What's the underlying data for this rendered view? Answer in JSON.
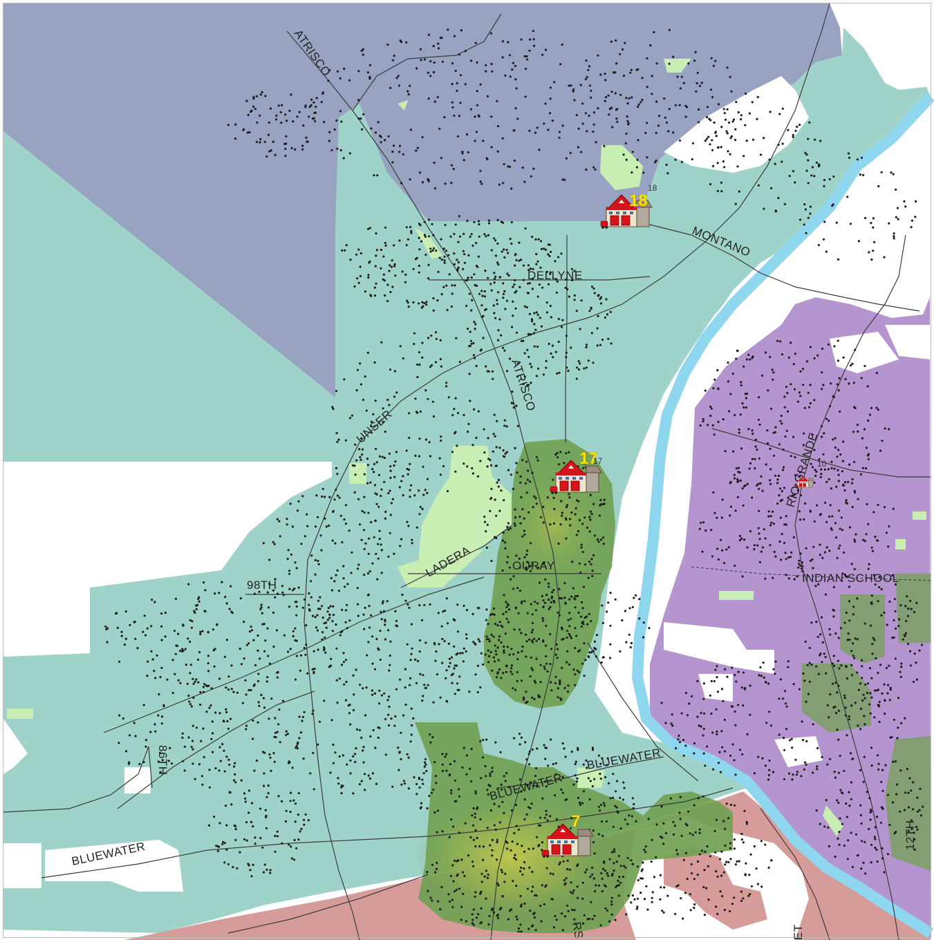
{
  "colors": {
    "background": "#ffffff",
    "zone_slate": "#97a3c1",
    "zone_teal": "#9fd2c8",
    "zone_purple": "#b595cf",
    "zone_rose": "#d59c9a",
    "zone_green": "#71a153",
    "zone_lightgreen": "#c9eeb4",
    "river": "#8fd6ef",
    "road": "#3a3a3a",
    "dot": "#1c1c1c"
  },
  "road_labels": {
    "atrisco_north": "ATRISCO",
    "montano": "MONTANO",
    "dellyne": "DELLYNE",
    "atrisco": "ATRISCO",
    "unser": "UNSER",
    "rio_grande": "RIO GRANDE",
    "ladera": "LADERA",
    "ouray": "OURAY",
    "indian_school": "INDIAN SCHOOL",
    "ninety_eighth": "98TH",
    "eighty_sixth": "86TH",
    "bluewater_east": "BLUEWATER",
    "bluewater_center": "BLUEWATER",
    "bluewater_west": "BLUEWATER",
    "twelfth_partial": "12TH",
    "street_partial": "ET",
    "coors_partial": "RS"
  },
  "stations": [
    {
      "id": "station-18",
      "number": "18",
      "small_label": "18",
      "icon": "fire-station-icon"
    },
    {
      "id": "station-17",
      "number": "17",
      "small_label": "17",
      "icon": "fire-station-icon"
    },
    {
      "id": "station-7",
      "number": "7",
      "small_label": "",
      "icon": "fire-station-icon"
    },
    {
      "id": "station-10",
      "number": "",
      "small_label": "10",
      "icon": "fire-station-icon"
    }
  ]
}
